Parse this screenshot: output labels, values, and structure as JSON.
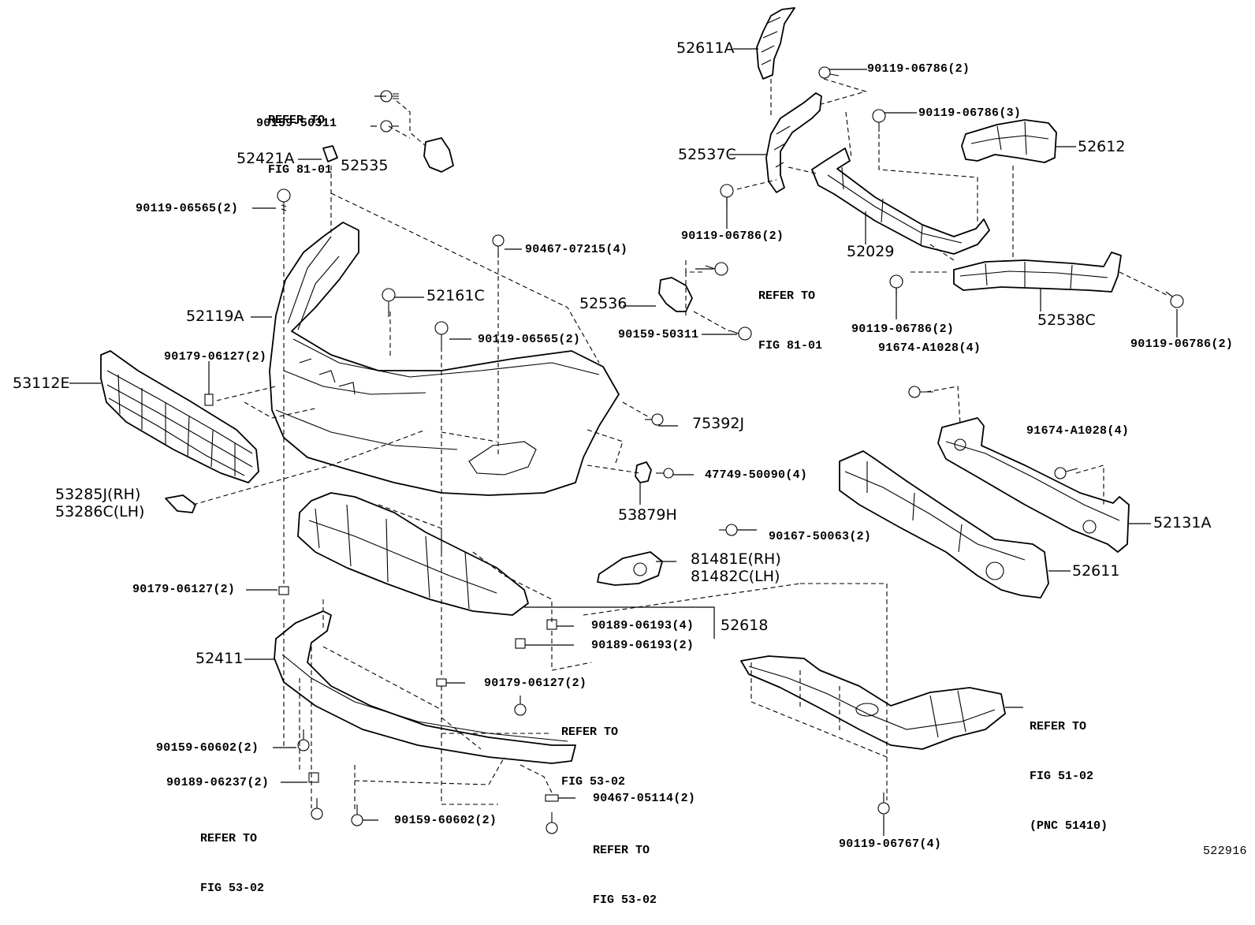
{
  "labels": {
    "p52611A": "52611A",
    "p90119_06786_2a": "90119-06786(2)",
    "p90119_06786_3": "90119-06786(3)",
    "p52612": "52612",
    "p52537C": "52537C",
    "p90119_06786_2b": "90119-06786(2)",
    "p52029": "52029",
    "p90119_06786_2c": "90119-06786(2)",
    "p52538C": "52538C",
    "p90119_06786_2d": "90119-06786(2)",
    "p91674_A1028_4a": "91674-A1028(4)",
    "p91674_A1028_4b": "91674-A1028(4)",
    "p52131A": "52131A",
    "p52611": "52611",
    "p52618": "52618",
    "p90119_06767_4": "90119-06767(4)",
    "p90159_50311a": "90159-50311",
    "p52421A": "52421A",
    "p52535": "52535",
    "p90119_06565_2a": "90119-06565(2)",
    "p90467_07215_4": "90467-07215(4)",
    "p52536": "52536",
    "p90159_50311b": "90159-50311",
    "p52161C": "52161C",
    "p52119A": "52119A",
    "p90119_06565_2b": "90119-06565(2)",
    "p90179_06127_2a": "90179-06127(2)",
    "p53112E": "53112E",
    "p75392J": "75392J",
    "p47749_50090_4": "47749-50090(4)",
    "p53285J": "53285J(RH)",
    "p53286C": "53286C(LH)",
    "p53879H": "53879H",
    "p90167_50063_2": "90167-50063(2)",
    "p81481E": "81481E(RH)",
    "p81482C": "81482C(LH)",
    "p90179_06127_2b": "90179-06127(2)",
    "p90189_06193_4": "90189-06193(4)",
    "p90189_06193_2": "90189-06193(2)",
    "p52411": "52411",
    "p90179_06127_2c": "90179-06127(2)",
    "p90159_60602_2a": "90159-60602(2)",
    "p90189_06237_2": "90189-06237(2)",
    "p90159_60602_2b": "90159-60602(2)",
    "p90467_05114_2": "90467-05114(2)",
    "diagram_id": "522916"
  },
  "refs": {
    "r1": {
      "l1": "REFER TO",
      "l2": "FIG 81-01"
    },
    "r2": {
      "l1": "REFER TO",
      "l2": "FIG 81-01"
    },
    "r3": {
      "l1": "REFER TO",
      "l2": "FIG 53-02"
    },
    "r4": {
      "l1": "REFER TO",
      "l2": "FIG 53-02"
    },
    "r5": {
      "l1": "REFER TO",
      "l2": "FIG 53-02"
    },
    "r6": {
      "l1": "REFER TO",
      "l2": "FIG 51-02",
      "l3": "(PNC 51410)"
    }
  }
}
